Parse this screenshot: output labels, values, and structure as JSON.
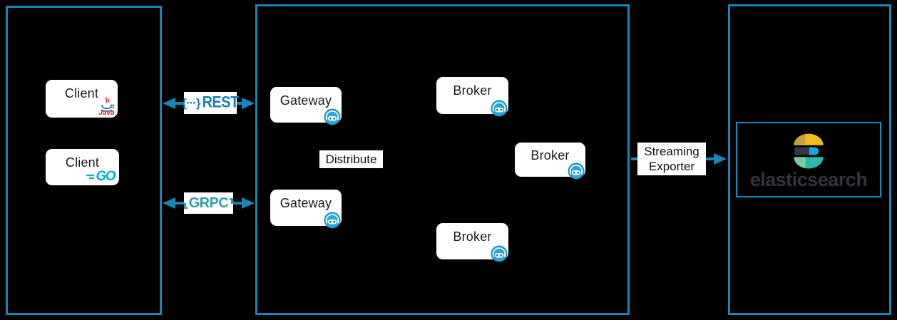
{
  "colors": {
    "background": "#000000",
    "accent_blue": "#1884b8",
    "rest_blue": "#1a7db5",
    "grpc_teal": "#2d9fa6",
    "node_background": "#ffffff",
    "node_text": "#1a1a1a",
    "zeebe_icon_blue": "#29a6db",
    "go_cyan": "#00acd7",
    "java_red": "#e11d2a",
    "java_blue": "#0f74a8",
    "elasticsearch_yellow": "#f3bd19",
    "elasticsearch_dark": "#343741",
    "elasticsearch_blue": "#14a7e0",
    "elasticsearch_teal": "#28b9ab",
    "elasticsearch_wordmark_color": "#33343c"
  },
  "nodes": {
    "client_java": {
      "label": "Client",
      "badge_text": "Java"
    },
    "client_go": {
      "label": "Client",
      "badge_text": "GO"
    },
    "gateway_top": {
      "label": "Gateway"
    },
    "gateway_bottom": {
      "label": "Gateway"
    },
    "broker_top": {
      "label": "Broker"
    },
    "broker_middle": {
      "label": "Broker"
    },
    "broker_bottom": {
      "label": "Broker"
    }
  },
  "labels": {
    "distribute": "Distribute"
  },
  "connections": {
    "rest": {
      "prefix": "{···}",
      "label": "REST",
      "direction": "bidirectional"
    },
    "grpc": {
      "label": "GRPC",
      "direction": "bidirectional"
    },
    "exporter": {
      "line1": "Streaming",
      "line2": "Exporter",
      "direction": "right"
    }
  },
  "storage": {
    "wordmark": "elasticsearch"
  }
}
